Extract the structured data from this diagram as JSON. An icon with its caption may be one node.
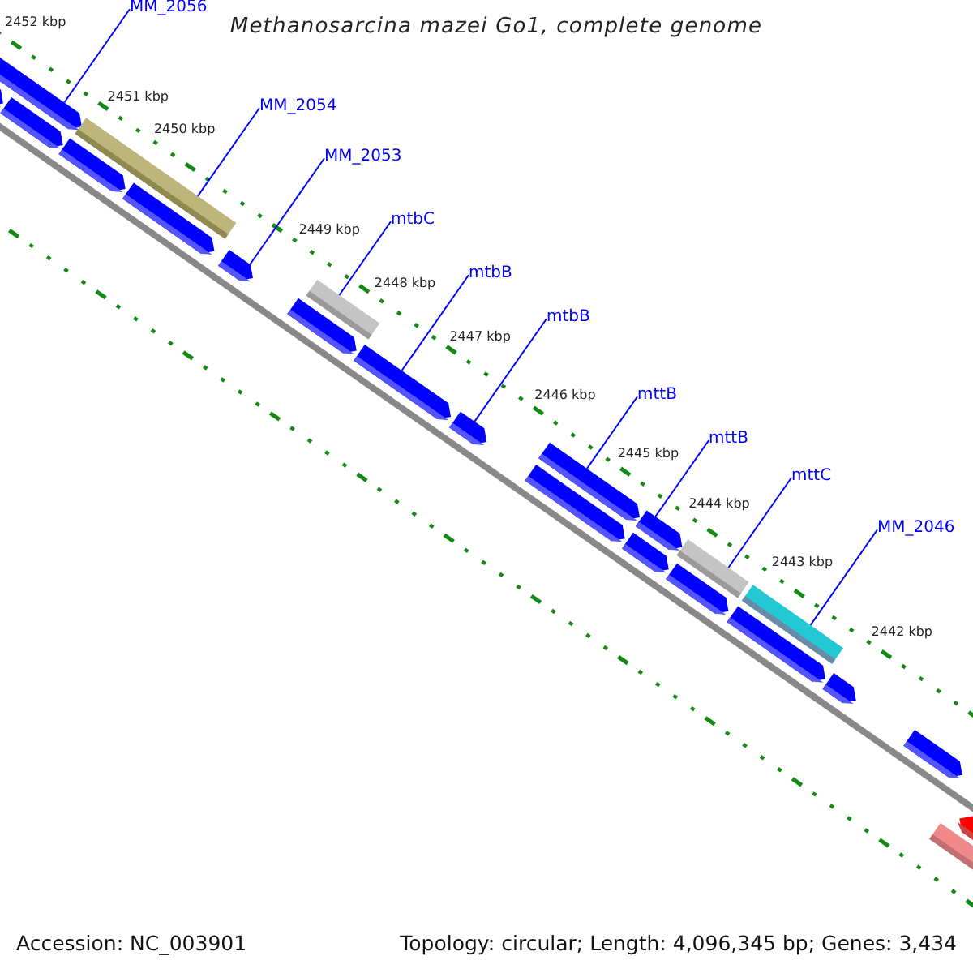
{
  "diagram": {
    "title": "Methanosarcina mazei Go1, complete genome",
    "nodes": [
      {
        "text": [
          "MM_2056"
        ]
      },
      {
        "text": [
          "MM_2054"
        ]
      },
      {
        "text": [
          "MM_2053"
        ]
      },
      {
        "text": [
          "mtbC"
        ]
      },
      {
        "text": [
          "mtbB"
        ]
      },
      {
        "text": [
          "mtbB"
        ]
      },
      {
        "text": [
          "mttB"
        ]
      },
      {
        "text": [
          "mttB"
        ]
      },
      {
        "text": [
          "mttC"
        ]
      },
      {
        "text": [
          "MM_2046"
        ]
      },
      {
        "text": [],
        "shape": "arrow"
      },
      {
        "text": [],
        "shape": "arrow"
      },
      {
        "text": [],
        "shape": "arrow"
      },
      {
        "text": [],
        "shape": "arrow"
      },
      {
        "text": [],
        "shape": "bar"
      },
      {
        "text": [],
        "shape": "arrow"
      },
      {
        "text": [],
        "shape": "arrow"
      },
      {
        "text": [],
        "shape": "arrow"
      },
      {
        "text": [],
        "shape": "bar"
      },
      {
        "text": [],
        "shape": "arrow"
      },
      {
        "text": [],
        "shape": "arrow"
      },
      {
        "text": [],
        "shape": "arrow"
      },
      {
        "text": [],
        "shape": "arrow"
      },
      {
        "text": [],
        "shape": "arrow"
      },
      {
        "text": [],
        "shape": "arrow"
      },
      {
        "text": [],
        "shape": "bar"
      },
      {
        "text": [],
        "shape": "arrow"
      },
      {
        "text": [],
        "shape": "bar"
      },
      {
        "text": [],
        "shape": "arrow"
      },
      {
        "text": [],
        "shape": "arrow"
      },
      {
        "text": [],
        "shape": "arrow"
      },
      {
        "text": [],
        "shape": "bar"
      },
      {
        "text": [],
        "shape": "arrow"
      }
    ],
    "edges": [
      {
        "from": 0,
        "to": 10,
        "arrow": "none"
      },
      {
        "from": 1,
        "to": 14,
        "arrow": "none"
      },
      {
        "from": 2,
        "to": 16,
        "arrow": "none"
      },
      {
        "from": 3,
        "to": 18,
        "arrow": "none"
      },
      {
        "from": 4,
        "to": 19,
        "arrow": "none"
      },
      {
        "from": 5,
        "to": 20,
        "arrow": "none"
      },
      {
        "from": 6,
        "to": 21,
        "arrow": "none"
      },
      {
        "from": 7,
        "to": 23,
        "arrow": "none"
      },
      {
        "from": 8,
        "to": 25,
        "arrow": "none"
      },
      {
        "from": 9,
        "to": 27,
        "arrow": "none"
      }
    ],
    "labels": [
      "2452 kbp",
      "2451 kbp",
      "2450 kbp",
      "2449 kbp",
      "2448 kbp",
      "2447 kbp",
      "2446 kbp",
      "2445 kbp",
      "2444 kbp",
      "2443 kbp",
      "2442 kbp",
      "Accession: NC_003901",
      "Topology: circular; Length: 4,096,345 bp; Genes: 3,434"
    ]
  }
}
